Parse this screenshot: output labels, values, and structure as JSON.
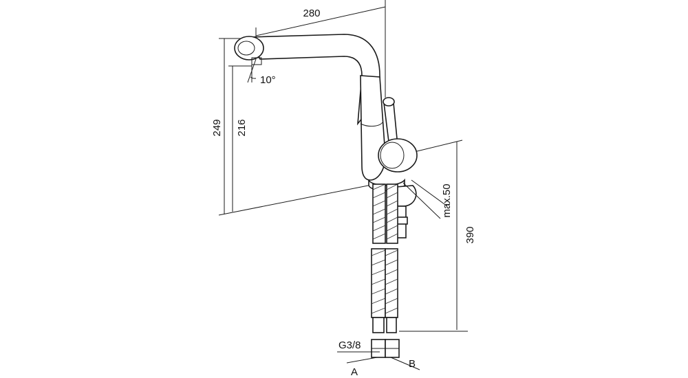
{
  "diagram": {
    "subject": "kitchen faucet technical drawing",
    "dimensions": {
      "spout_reach": "280",
      "total_height": "249",
      "spout_height": "216",
      "hose_length": "390",
      "deck_thickness": "max.50",
      "spout_angle": "10°"
    },
    "connections": {
      "thread": "G3/8",
      "inlet_a": "A",
      "inlet_b": "B"
    }
  }
}
